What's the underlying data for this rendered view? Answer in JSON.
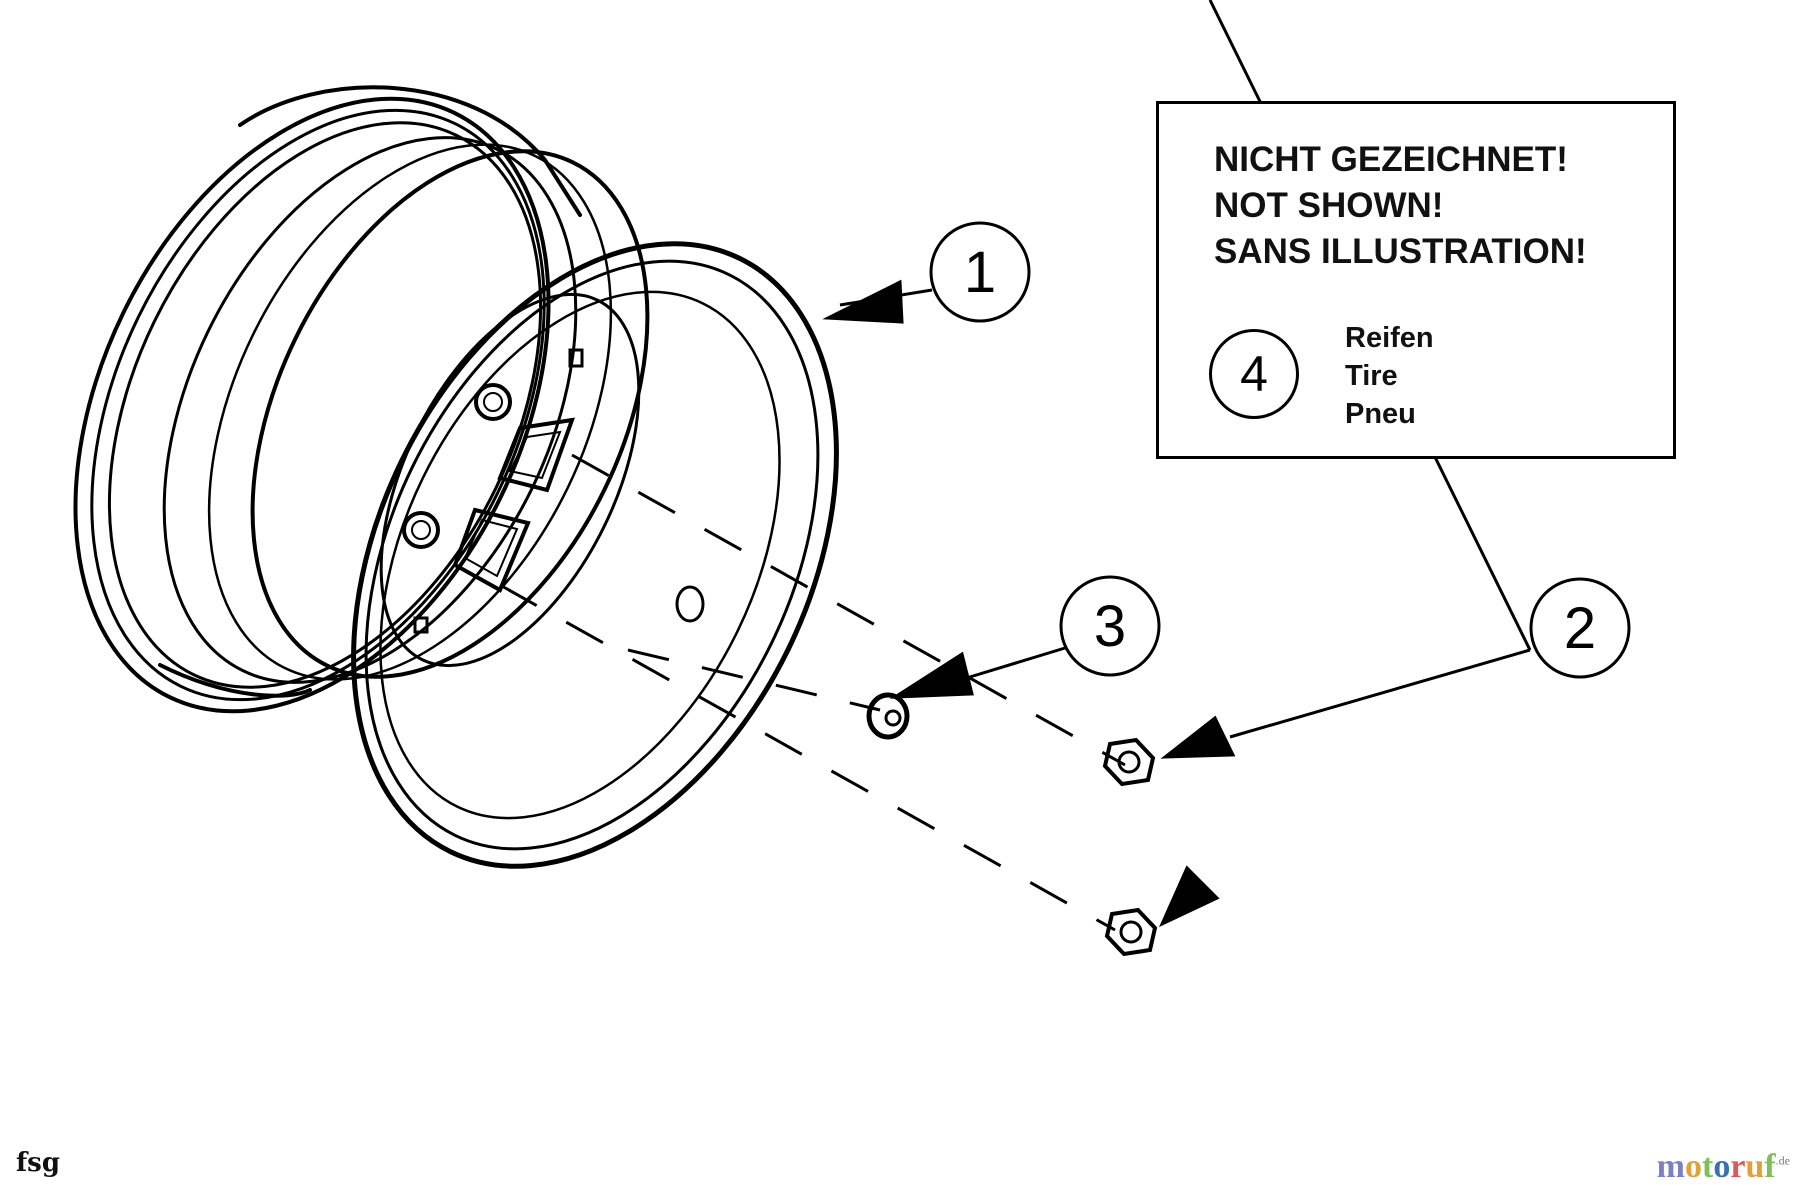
{
  "legend": {
    "heading_lines": [
      "NICHT GEZEICHNET!",
      "NOT SHOWN!",
      "SANS ILLUSTRATION!"
    ],
    "ref_number": "4",
    "part_names": [
      "Reifen",
      "Tire",
      "Pneu"
    ]
  },
  "callouts": [
    {
      "number": "1",
      "part": "wheel-rim"
    },
    {
      "number": "2",
      "part": "wheel-nut"
    },
    {
      "number": "3",
      "part": "valve-stem"
    }
  ],
  "footer": {
    "code": "fsg"
  },
  "watermark": {
    "letters": [
      "m",
      "o",
      "t",
      "o",
      "r",
      "u",
      "f"
    ],
    "letter_colors": [
      "#7b7fc4",
      "#e0a13a",
      "#7fbf5a",
      "#3a6fb0",
      "#d85a5a",
      "#e0a13a",
      "#7fbf5a"
    ],
    "suffix": ".de"
  },
  "colors": {
    "line": "#000000",
    "background": "#ffffff"
  }
}
